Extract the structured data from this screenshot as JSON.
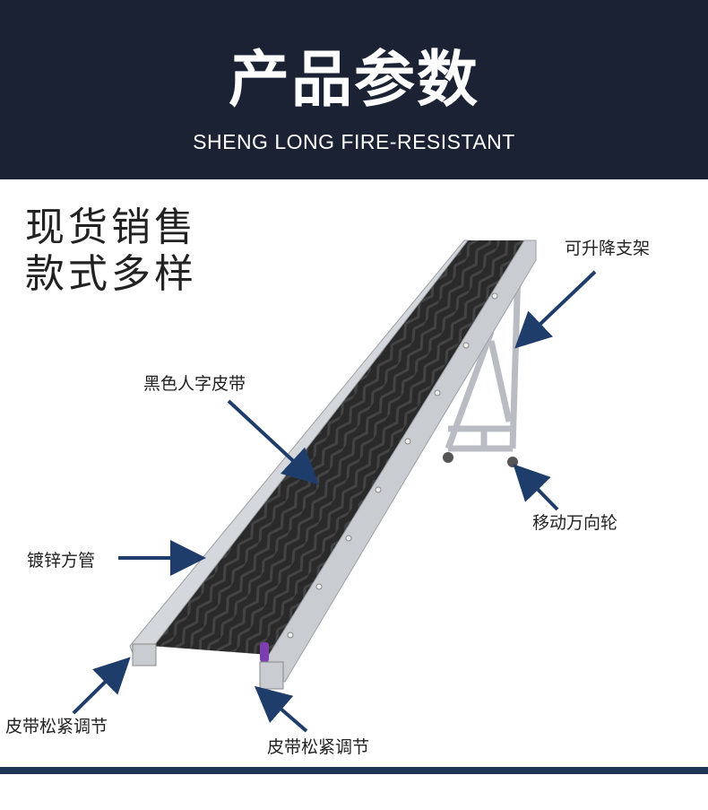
{
  "banner": {
    "title": "产品参数",
    "subtitle": "SHENG LONG FIRE-RESISTANT"
  },
  "headline": {
    "line1": "现货销售",
    "line2": "款式多样"
  },
  "labels": {
    "lift_stand": "可升降支架",
    "belt": "黑色人字皮带",
    "caster": "移动万向轮",
    "tube": "镀锌方管",
    "tension_left": "皮带松紧调节",
    "tension_right": "皮带松紧调节"
  },
  "colors": {
    "banner_bg": "#1a2233",
    "arrow": "#1f3d6b",
    "belt": "#2a2a2a",
    "frame": "#c9ccd1"
  }
}
